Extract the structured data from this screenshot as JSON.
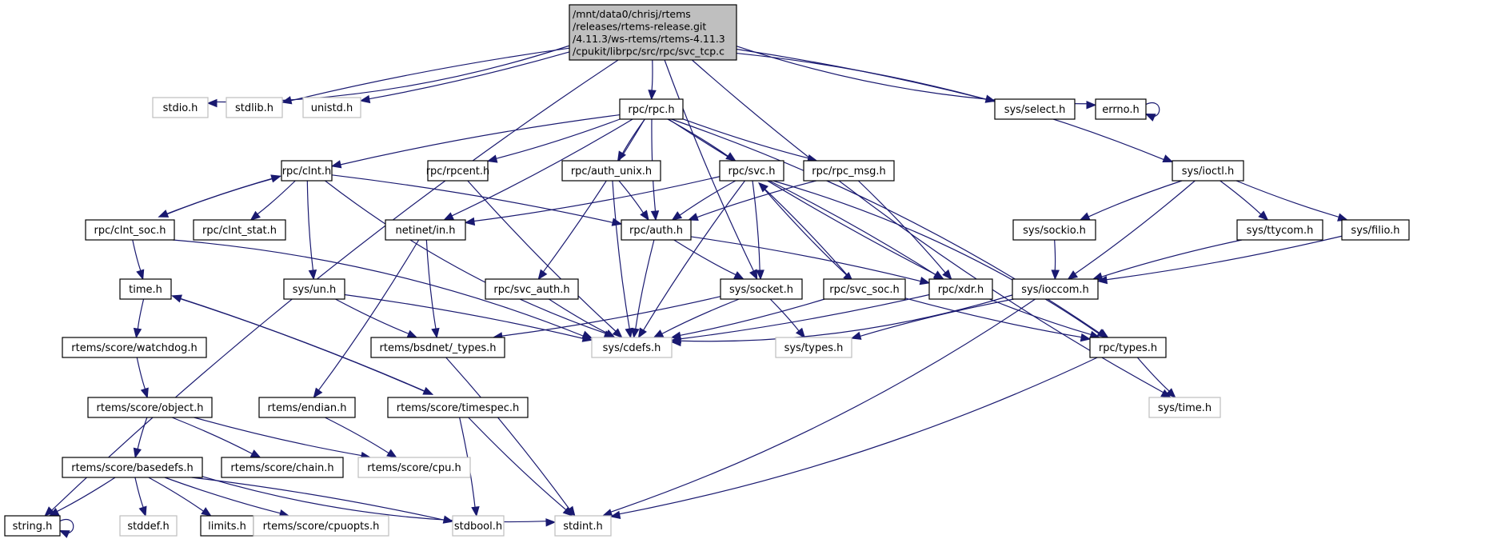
{
  "diagram": {
    "title": "Include dependency graph for svc_tcp.c",
    "colors": {
      "edge": "#191970",
      "root_fill": "#bfbfbf",
      "node_border": "#000000",
      "external_border": "#bfbfbf"
    },
    "root": {
      "id": "root",
      "lines": [
        "/mnt/data0/chrisj/rtems",
        "/releases/rtems-release.git",
        "/4.11.3/ws-rtems/rtems-4.11.3",
        "/cpukit/librpc/src/rpc/svc_tcp.c"
      ]
    },
    "nodes": [
      {
        "id": "stdio",
        "label": "stdio.h",
        "kind": "external"
      },
      {
        "id": "stdlib",
        "label": "stdlib.h",
        "kind": "external"
      },
      {
        "id": "unistd",
        "label": "unistd.h",
        "kind": "external"
      },
      {
        "id": "rpc_rpc",
        "label": "rpc/rpc.h",
        "kind": "normal"
      },
      {
        "id": "sys_select",
        "label": "sys/select.h",
        "kind": "normal"
      },
      {
        "id": "errno",
        "label": "errno.h",
        "kind": "normal"
      },
      {
        "id": "rpc_clnt",
        "label": "rpc/clnt.h",
        "kind": "normal"
      },
      {
        "id": "rpc_rpcent",
        "label": "rpc/rpcent.h",
        "kind": "normal"
      },
      {
        "id": "rpc_auth_unix",
        "label": "rpc/auth_unix.h",
        "kind": "normal"
      },
      {
        "id": "rpc_svc",
        "label": "rpc/svc.h",
        "kind": "normal"
      },
      {
        "id": "rpc_rpc_msg",
        "label": "rpc/rpc_msg.h",
        "kind": "normal"
      },
      {
        "id": "sys_ioctl",
        "label": "sys/ioctl.h",
        "kind": "normal"
      },
      {
        "id": "rpc_clnt_soc",
        "label": "rpc/clnt_soc.h",
        "kind": "normal"
      },
      {
        "id": "rpc_clnt_stat",
        "label": "rpc/clnt_stat.h",
        "kind": "normal"
      },
      {
        "id": "netinet_in",
        "label": "netinet/in.h",
        "kind": "normal"
      },
      {
        "id": "rpc_auth",
        "label": "rpc/auth.h",
        "kind": "normal"
      },
      {
        "id": "sys_sockio",
        "label": "sys/sockio.h",
        "kind": "normal"
      },
      {
        "id": "sys_ttycom",
        "label": "sys/ttycom.h",
        "kind": "normal"
      },
      {
        "id": "sys_filio",
        "label": "sys/filio.h",
        "kind": "normal"
      },
      {
        "id": "time",
        "label": "time.h",
        "kind": "normal"
      },
      {
        "id": "sys_un",
        "label": "sys/un.h",
        "kind": "normal"
      },
      {
        "id": "rpc_svc_auth",
        "label": "rpc/svc_auth.h",
        "kind": "normal"
      },
      {
        "id": "sys_socket",
        "label": "sys/socket.h",
        "kind": "normal"
      },
      {
        "id": "rpc_svc_soc",
        "label": "rpc/svc_soc.h",
        "kind": "normal"
      },
      {
        "id": "rpc_xdr",
        "label": "rpc/xdr.h",
        "kind": "normal"
      },
      {
        "id": "sys_ioccom",
        "label": "sys/ioccom.h",
        "kind": "normal"
      },
      {
        "id": "rtems_watchdog",
        "label": "rtems/score/watchdog.h",
        "kind": "normal"
      },
      {
        "id": "rtems_bsdnet_types",
        "label": "rtems/bsdnet/_types.h",
        "kind": "normal"
      },
      {
        "id": "sys_cdefs",
        "label": "sys/cdefs.h",
        "kind": "external"
      },
      {
        "id": "sys_types",
        "label": "sys/types.h",
        "kind": "external"
      },
      {
        "id": "rpc_types",
        "label": "rpc/types.h",
        "kind": "normal"
      },
      {
        "id": "rtems_object",
        "label": "rtems/score/object.h",
        "kind": "normal"
      },
      {
        "id": "rtems_endian",
        "label": "rtems/endian.h",
        "kind": "normal"
      },
      {
        "id": "rtems_timespec",
        "label": "rtems/score/timespec.h",
        "kind": "normal"
      },
      {
        "id": "sys_time",
        "label": "sys/time.h",
        "kind": "external"
      },
      {
        "id": "rtems_basedefs",
        "label": "rtems/score/basedefs.h",
        "kind": "normal"
      },
      {
        "id": "rtems_chain",
        "label": "rtems/score/chain.h",
        "kind": "normal"
      },
      {
        "id": "rtems_cpu",
        "label": "rtems/score/cpu.h",
        "kind": "external"
      },
      {
        "id": "string",
        "label": "string.h",
        "kind": "normal"
      },
      {
        "id": "stddef",
        "label": "stddef.h",
        "kind": "external"
      },
      {
        "id": "limits",
        "label": "limits.h",
        "kind": "normal"
      },
      {
        "id": "rtems_cpuopts",
        "label": "rtems/score/cpuopts.h",
        "kind": "external"
      },
      {
        "id": "stdbool",
        "label": "stdbool.h",
        "kind": "external"
      },
      {
        "id": "stdint",
        "label": "stdint.h",
        "kind": "external"
      }
    ],
    "edges": [
      [
        "root",
        "stdio"
      ],
      [
        "root",
        "stdlib"
      ],
      [
        "root",
        "unistd"
      ],
      [
        "root",
        "string"
      ],
      [
        "root",
        "rpc_rpc"
      ],
      [
        "root",
        "sys_socket"
      ],
      [
        "root",
        "sys_select"
      ],
      [
        "root",
        "errno"
      ],
      [
        "root",
        "sys_ioctl"
      ],
      [
        "root",
        "sys_time"
      ],
      [
        "errno",
        "errno"
      ],
      [
        "rpc_rpc",
        "rpc_clnt"
      ],
      [
        "rpc_rpc",
        "rpc_rpcent"
      ],
      [
        "rpc_rpc",
        "rpc_auth_unix"
      ],
      [
        "rpc_rpc",
        "rpc_svc"
      ],
      [
        "rpc_rpc",
        "rpc_rpc_msg"
      ],
      [
        "rpc_rpc",
        "netinet_in"
      ],
      [
        "rpc_rpc",
        "rpc_auth"
      ],
      [
        "rpc_rpc",
        "rpc_svc_auth"
      ],
      [
        "rpc_rpc",
        "rpc_xdr"
      ],
      [
        "rpc_rpc",
        "rpc_types"
      ],
      [
        "rpc_clnt",
        "rpc_clnt_soc"
      ],
      [
        "rpc_clnt",
        "rpc_clnt_stat"
      ],
      [
        "rpc_clnt",
        "sys_un"
      ],
      [
        "rpc_clnt",
        "rpc_auth"
      ],
      [
        "rpc_clnt",
        "sys_cdefs"
      ],
      [
        "rpc_clnt_soc",
        "rpc_clnt"
      ],
      [
        "rpc_clnt_soc",
        "time"
      ],
      [
        "rpc_clnt_soc",
        "sys_cdefs"
      ],
      [
        "rpc_rpcent",
        "sys_cdefs"
      ],
      [
        "rpc_auth_unix",
        "rpc_auth"
      ],
      [
        "rpc_auth_unix",
        "sys_cdefs"
      ],
      [
        "rpc_svc",
        "netinet_in"
      ],
      [
        "rpc_svc",
        "rpc_auth"
      ],
      [
        "rpc_svc",
        "sys_socket"
      ],
      [
        "rpc_svc",
        "rpc_svc_soc"
      ],
      [
        "rpc_svc",
        "rpc_xdr"
      ],
      [
        "rpc_svc",
        "sys_cdefs"
      ],
      [
        "rpc_svc",
        "rpc_types"
      ],
      [
        "rpc_rpc_msg",
        "rpc_auth"
      ],
      [
        "rpc_rpc_msg",
        "rpc_xdr"
      ],
      [
        "sys_ioctl",
        "sys_sockio"
      ],
      [
        "sys_ioctl",
        "sys_ttycom"
      ],
      [
        "sys_ioctl",
        "sys_filio"
      ],
      [
        "sys_ioctl",
        "sys_ioccom"
      ],
      [
        "netinet_in",
        "rtems_bsdnet_types"
      ],
      [
        "netinet_in",
        "rtems_endian"
      ],
      [
        "rpc_auth",
        "sys_socket"
      ],
      [
        "rpc_auth",
        "rpc_xdr"
      ],
      [
        "rpc_auth",
        "sys_cdefs"
      ],
      [
        "sys_sockio",
        "sys_ioccom"
      ],
      [
        "sys_ttycom",
        "sys_ioccom"
      ],
      [
        "sys_filio",
        "sys_ioccom"
      ],
      [
        "time",
        "rtems_watchdog"
      ],
      [
        "time",
        "rtems_timespec"
      ],
      [
        "sys_un",
        "rtems_bsdnet_types"
      ],
      [
        "sys_un",
        "sys_cdefs"
      ],
      [
        "rpc_svc_auth",
        "sys_cdefs"
      ],
      [
        "sys_socket",
        "rtems_bsdnet_types"
      ],
      [
        "sys_socket",
        "sys_cdefs"
      ],
      [
        "sys_socket",
        "sys_types"
      ],
      [
        "rpc_svc_soc",
        "rpc_svc"
      ],
      [
        "rpc_svc_soc",
        "sys_cdefs"
      ],
      [
        "rpc_svc_soc",
        "rpc_types"
      ],
      [
        "rpc_xdr",
        "sys_cdefs"
      ],
      [
        "rpc_xdr",
        "rpc_types"
      ],
      [
        "sys_ioccom",
        "sys_cdefs"
      ],
      [
        "sys_ioccom",
        "sys_types"
      ],
      [
        "sys_ioccom",
        "stdint"
      ],
      [
        "rtems_watchdog",
        "rtems_object"
      ],
      [
        "rtems_bsdnet_types",
        "stdint"
      ],
      [
        "rpc_types",
        "sys_time"
      ],
      [
        "rpc_types",
        "stdint"
      ],
      [
        "rtems_object",
        "rtems_basedefs"
      ],
      [
        "rtems_object",
        "rtems_chain"
      ],
      [
        "rtems_object",
        "rtems_cpu"
      ],
      [
        "rtems_endian",
        "rtems_cpu"
      ],
      [
        "rtems_timespec",
        "time"
      ],
      [
        "rtems_timespec",
        "stdbool"
      ],
      [
        "rtems_timespec",
        "stdint"
      ],
      [
        "rtems_basedefs",
        "string"
      ],
      [
        "rtems_basedefs",
        "stddef"
      ],
      [
        "rtems_basedefs",
        "limits"
      ],
      [
        "rtems_basedefs",
        "rtems_cpuopts"
      ],
      [
        "rtems_basedefs",
        "stdbool"
      ],
      [
        "rtems_basedefs",
        "stdint"
      ],
      [
        "string",
        "string"
      ]
    ]
  }
}
